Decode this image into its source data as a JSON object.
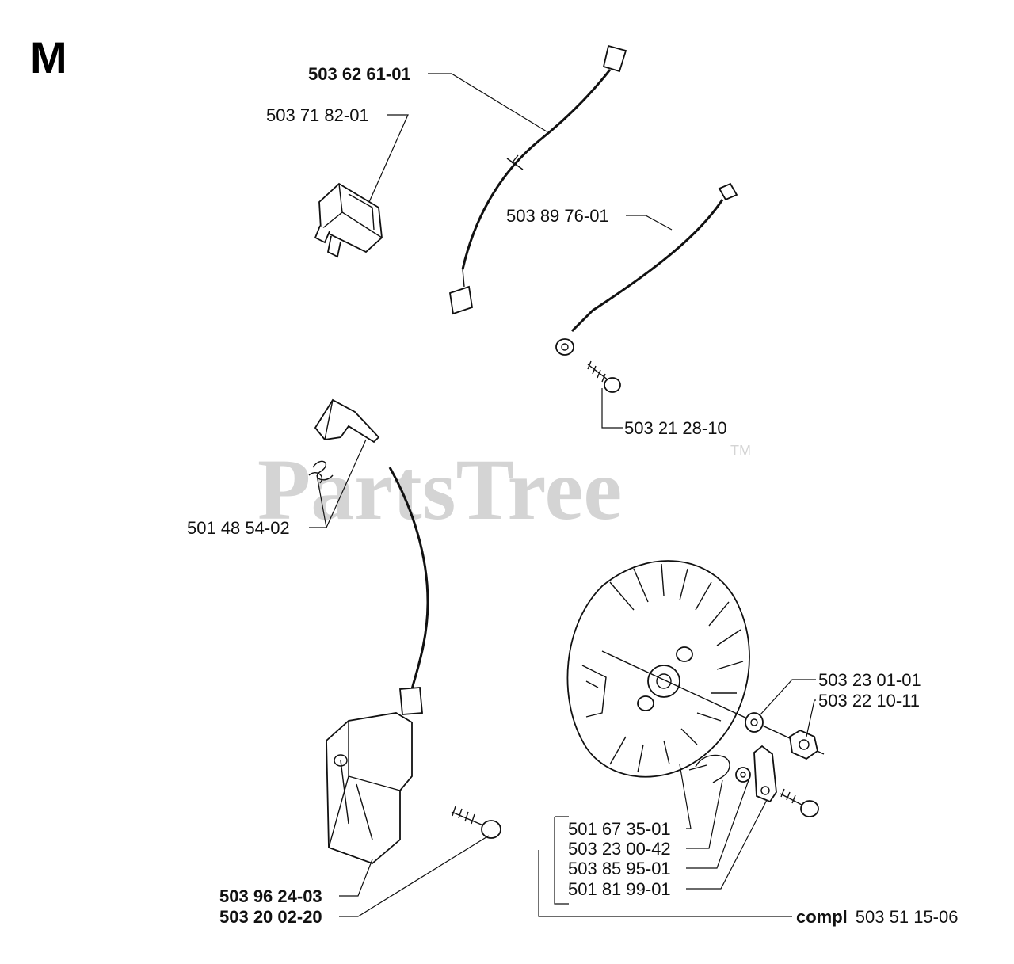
{
  "section_letter": "M",
  "watermark": {
    "brand": "PartsTree",
    "trademark": "TM"
  },
  "parts": [
    {
      "id": "p1",
      "number": "503 62 61-01",
      "bold": true
    },
    {
      "id": "p2",
      "number": "503 71 82-01",
      "bold": false
    },
    {
      "id": "p3",
      "number": "503 89 76-01",
      "bold": false
    },
    {
      "id": "p4",
      "number": "503 21 28-10",
      "bold": false
    },
    {
      "id": "p5",
      "number": "501 48 54-02",
      "bold": false
    },
    {
      "id": "p6",
      "number": "503 23 01-01",
      "bold": false
    },
    {
      "id": "p7",
      "number": "503 22 10-11",
      "bold": false
    },
    {
      "id": "p8",
      "number": "501 67 35-01",
      "bold": false
    },
    {
      "id": "p9",
      "number": "503 23 00-42",
      "bold": false
    },
    {
      "id": "p10",
      "number": "503 85 95-01",
      "bold": false
    },
    {
      "id": "p11",
      "number": "501 81 99-01",
      "bold": false
    },
    {
      "id": "p12",
      "number": "503 96 24-03",
      "bold": true
    },
    {
      "id": "p13",
      "number": "503 20 02-20",
      "bold": true
    }
  ],
  "assembly": {
    "prefix": "compl",
    "number": "503 51 15-06"
  }
}
